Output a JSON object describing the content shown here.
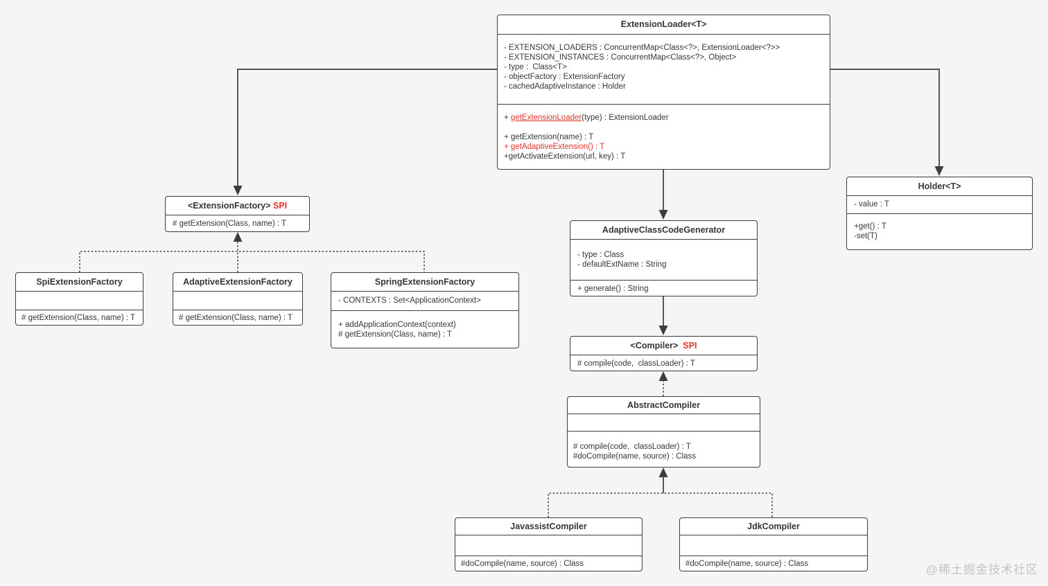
{
  "colors": {
    "red": "#e5332a",
    "line": "#3d3d3d",
    "background": "#f5f5f6",
    "box_fill": "#ffffff",
    "watermark_text": "#c3c3c3"
  },
  "watermark": "@稀土掘金技术社区",
  "classes": [
    {
      "id": "extension-loader",
      "title": "ExtensionLoader<T>",
      "sections": [
        {
          "lines": [
            "- EXTENSION_LOADERS : ConcurrentMap<Class<?>, ExtensionLoader<?>>",
            "- EXTENSION_INSTANCES : ConcurrentMap<Class<?>, Object>",
            "- type :  Class<T>",
            "- objectFactory : ExtensionFactory",
            "- cachedAdaptiveInstance : Holder"
          ]
        },
        {
          "lines": [
            [
              {
                "t": "+ "
              },
              {
                "t": "getExtensionLoader",
                "s": "red-u"
              },
              {
                "t": "(type) : ExtensionLoader"
              }
            ],
            "",
            "+ getExtension(name) : T",
            [
              {
                "t": "+ getAdaptiveExtension() : T",
                "s": "red"
              }
            ],
            "+getActivateExtension(url, key) : T"
          ]
        }
      ]
    },
    {
      "id": "holder",
      "title": "Holder<T>",
      "sections": [
        {
          "lines": [
            "- value : T"
          ]
        },
        {
          "lines": [
            "+get() : T",
            "-set(T)"
          ]
        }
      ]
    },
    {
      "id": "extension-factory",
      "title": [
        {
          "t": "<ExtensionFactory> "
        },
        {
          "t": "SPI",
          "s": "red"
        }
      ],
      "sections": [
        {
          "lines": [
            "# getExtension(Class, name) : T"
          ]
        }
      ]
    },
    {
      "id": "spi-extension-factory",
      "title": "SpiExtensionFactory",
      "sections": [
        {
          "lines": []
        },
        {
          "lines": [
            "# getExtension(Class, name) : T"
          ]
        }
      ]
    },
    {
      "id": "adaptive-extension-factory",
      "title": "AdaptiveExtensionFactory",
      "sections": [
        {
          "lines": []
        },
        {
          "lines": [
            "# getExtension(Class, name) : T"
          ]
        }
      ]
    },
    {
      "id": "spring-extension-factory",
      "title": "SpringExtensionFactory",
      "sections": [
        {
          "lines": [
            "- CONTEXTS : Set<ApplicationContext>"
          ]
        },
        {
          "lines": [
            "+ addApplicationContext(context)",
            "# getExtension(Class, name) : T"
          ]
        }
      ]
    },
    {
      "id": "adaptive-class-code-generator",
      "title": "AdaptiveClassCodeGenerator",
      "sections": [
        {
          "lines": [
            "- type : Class",
            "- defaultExtName : String"
          ]
        },
        {
          "lines": [
            "+ generate() : String"
          ]
        }
      ]
    },
    {
      "id": "compiler",
      "title": [
        {
          "t": "<Compiler>  "
        },
        {
          "t": "SPI",
          "s": "red"
        }
      ],
      "sections": [
        {
          "lines": [
            "# compile(code,  classLoader) : T"
          ]
        }
      ]
    },
    {
      "id": "abstract-compiler",
      "title": "AbstractCompiler",
      "sections": [
        {
          "lines": []
        },
        {
          "lines": [
            "# compile(code,  classLoader) : T",
            "#doCompile(name, source) : Class"
          ]
        }
      ]
    },
    {
      "id": "javassist-compiler",
      "title": "JavassistCompiler",
      "sections": [
        {
          "lines": []
        },
        {
          "lines": [
            "#doCompile(name, source) : Class"
          ]
        }
      ]
    },
    {
      "id": "jdk-compiler",
      "title": "JdkCompiler",
      "sections": [
        {
          "lines": []
        },
        {
          "lines": [
            "#doCompile(name, source) : Class"
          ]
        }
      ]
    }
  ]
}
